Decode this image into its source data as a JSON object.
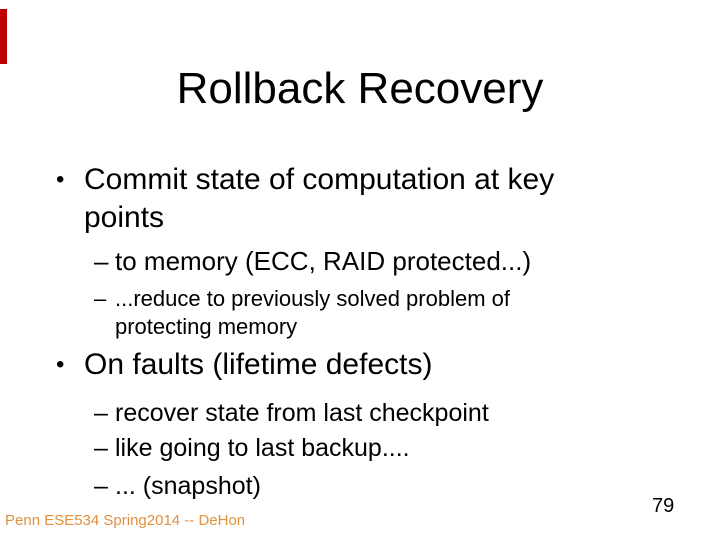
{
  "slide": {
    "title": "Rollback Recovery",
    "bullets": [
      {
        "level": 1,
        "marker": "•",
        "text": "Commit state of computation at key points"
      },
      {
        "level": 2,
        "marker": "–",
        "text": "to memory (ECC, RAID protected...)"
      },
      {
        "level": 2,
        "marker": "–",
        "text": "...reduce to previously solved problem of protecting memory"
      },
      {
        "level": 1,
        "marker": "•",
        "text": "On faults (lifetime defects)"
      },
      {
        "level": 2,
        "marker": "–",
        "text": "recover state from last checkpoint"
      },
      {
        "level": 2,
        "marker": "–",
        "text": "like going to last backup...."
      },
      {
        "level": 2,
        "marker": "–",
        "text": "... (snapshot)"
      }
    ],
    "footer": "Penn ESE534 Spring2014 -- DeHon",
    "page_number": "79",
    "colors": {
      "accent_bar": "#c00000",
      "footer_text": "#e0913d",
      "body_text": "#000000",
      "background": "#ffffff"
    }
  }
}
